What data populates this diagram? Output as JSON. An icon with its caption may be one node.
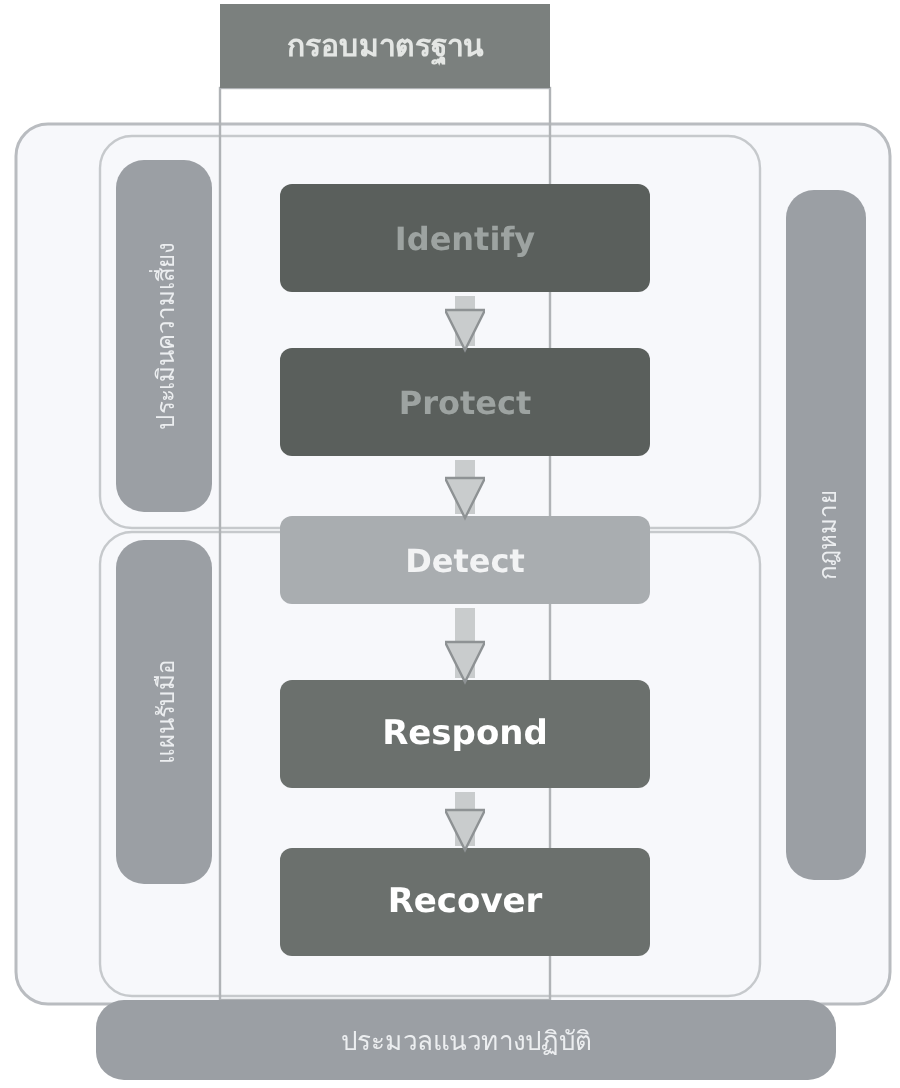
{
  "diagram": {
    "nodes": [
      {
        "text": [
          "กรอบมาตรฐาน"
        ]
      },
      {
        "text": [
          "Identify"
        ]
      },
      {
        "text": [
          "Protect"
        ]
      },
      {
        "text": [
          "Detect"
        ]
      },
      {
        "text": [
          "Respond"
        ]
      },
      {
        "text": [
          "Recover"
        ]
      },
      {
        "text": [
          "ประเมินความเสี่ยง"
        ]
      },
      {
        "text": [
          "แผนรับมือ"
        ]
      },
      {
        "text": [
          "กฎหมาย"
        ]
      },
      {
        "text": [
          "ประมวลแนวทางปฏิบัติ"
        ]
      }
    ],
    "edges": [
      {
        "from": 1,
        "to": 2,
        "arrow": "to"
      },
      {
        "from": 2,
        "to": 3,
        "arrow": "to"
      },
      {
        "from": 3,
        "to": 4,
        "arrow": "to"
      },
      {
        "from": 4,
        "to": 5,
        "arrow": "to"
      }
    ]
  }
}
